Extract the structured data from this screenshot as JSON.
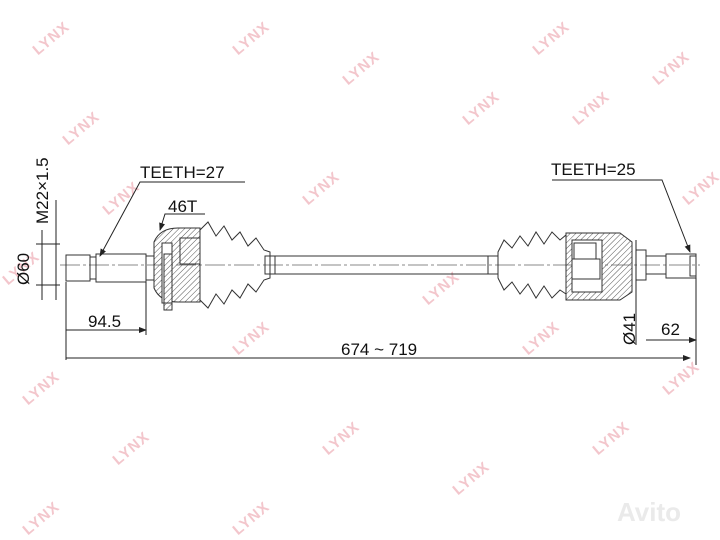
{
  "watermark": {
    "text": "LYNX",
    "color": "#f3c6cc"
  },
  "dimensions": {
    "thread": "M22×1.5",
    "outer_diameter": "Ø60",
    "left_teeth": "TEETH=27",
    "abs_ring": "46T",
    "left_length": "94.5",
    "total_length": "674 ~ 719",
    "right_teeth": "TEETH=25",
    "inner_diameter": "Ø41",
    "right_length": "62"
  },
  "branding": {
    "marketplace_logo": "Avito"
  }
}
